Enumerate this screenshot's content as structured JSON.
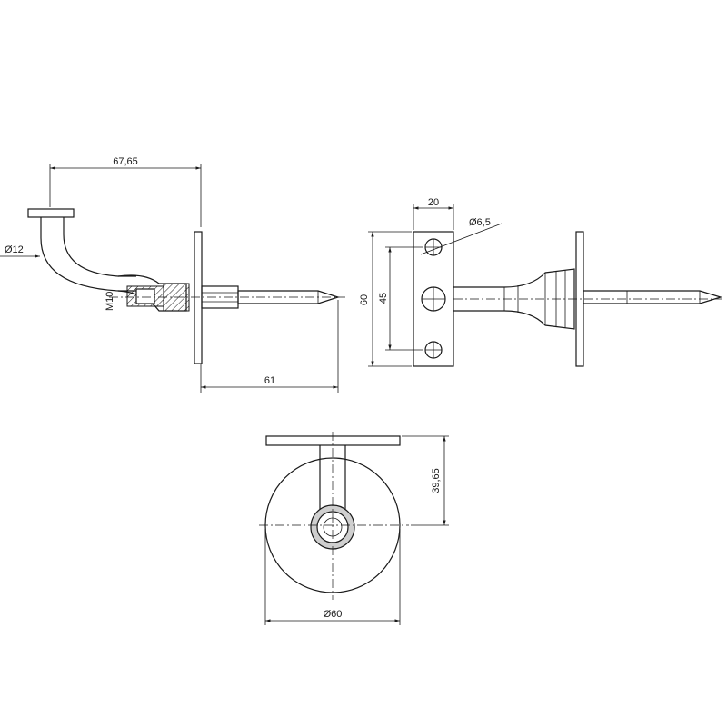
{
  "dimensions": {
    "side_width": "67,65",
    "tube_diameter": "Ø12",
    "thread": "M10",
    "screw_length": "61",
    "plate_width": "20",
    "hole_diameter": "Ø6,5",
    "plate_height": "60",
    "hole_spacing": "45",
    "bracket_height": "39,65",
    "rosette_diameter": "Ø60"
  }
}
